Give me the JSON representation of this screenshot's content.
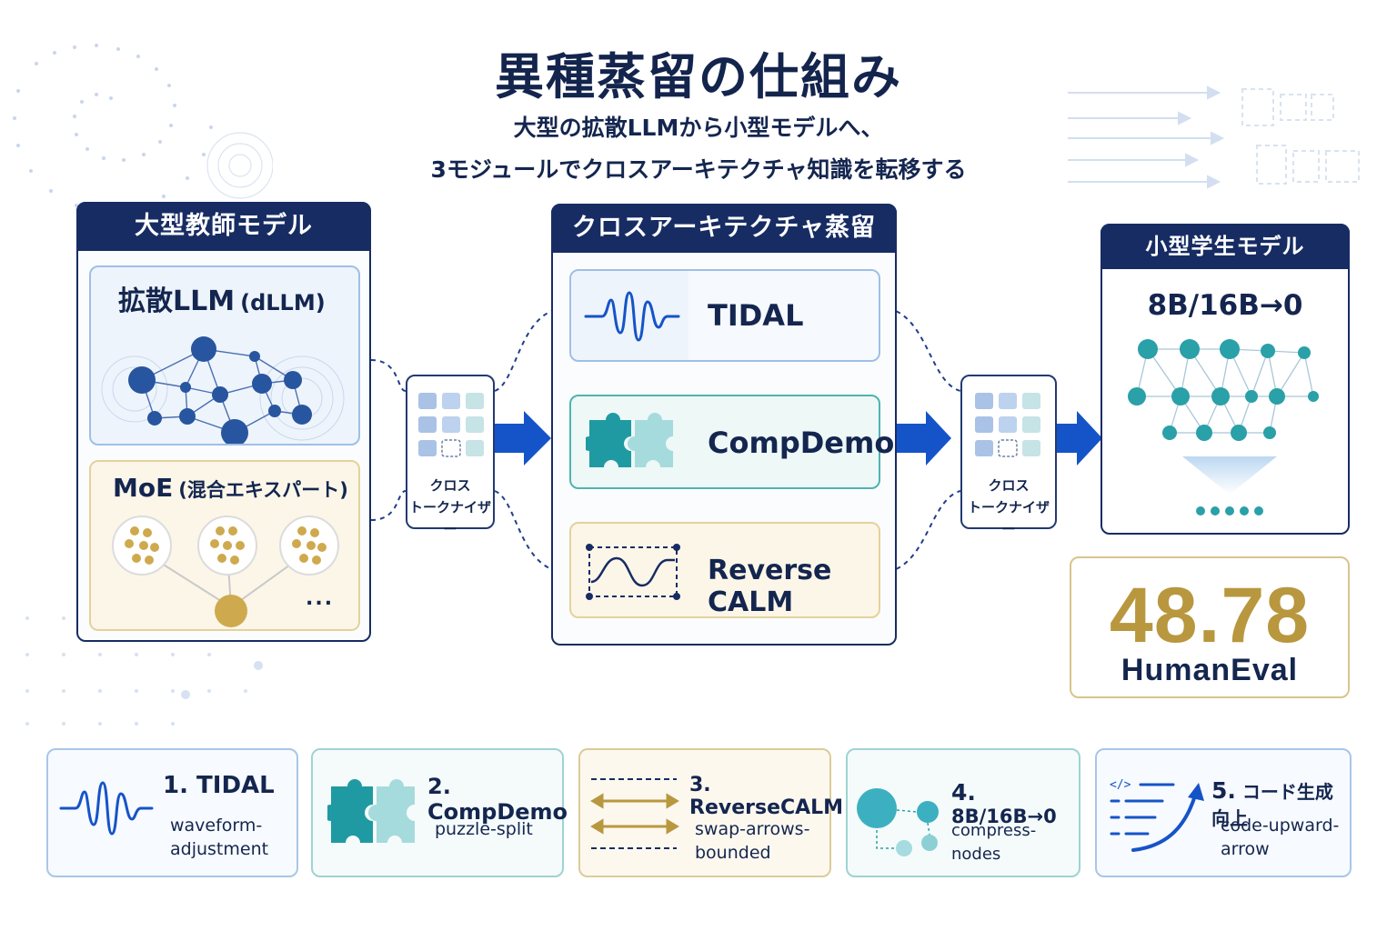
{
  "title": "異種蒸留の仕組み",
  "subtitle_line1": "大型の拡散LLMから小型モデルへ、",
  "subtitle_line2": "3モジュールでクロスアーキテクチャ知識を転移する",
  "teacher": {
    "header": "大型教師モデル",
    "dllm_title": "拡散LLM",
    "dllm_suffix": "(dLLM)",
    "moe_title": "MoE",
    "moe_suffix": "(混合エキスパート)",
    "ellipsis": "..."
  },
  "tokenizer_left": {
    "line1": "クロス",
    "line2": "トークナイザー"
  },
  "tokenizer_right": {
    "line1": "クロス",
    "line2": "トークナイザー"
  },
  "distill": {
    "header": "クロスアーキテクチャ蒸留",
    "modules": [
      {
        "label": "TIDAL",
        "icon": "waveform-icon"
      },
      {
        "label": "CompDemo",
        "icon": "puzzle-icon"
      },
      {
        "label": "Reverse CALM",
        "icon": "bounded-wave-icon"
      }
    ]
  },
  "student": {
    "header": "小型学生モデル",
    "code": "8B/16B→0"
  },
  "score": {
    "value": "48.78",
    "label": "HumanEval"
  },
  "legend": [
    {
      "number": "1.",
      "title": "TIDAL",
      "desc1": "waveform-",
      "desc2": "adjustment"
    },
    {
      "number": "2.",
      "title": "CompDemo",
      "desc1": "puzzle-split",
      "desc2": ""
    },
    {
      "number": "3.",
      "title": "ReverseCALM",
      "desc1": "swap-arrows-",
      "desc2": "bounded"
    },
    {
      "number": "4.",
      "title": "8B/16B→0",
      "desc1": "compress-nodes",
      "desc2": ""
    },
    {
      "number": "5.",
      "title": "コード生成向上",
      "desc1": "code-upward-",
      "desc2": "arrow"
    }
  ],
  "colors": {
    "navy": "#172c63",
    "blue_accent": "#1554c8",
    "teal": "#2aa0a8",
    "gold": "#b8973e"
  }
}
